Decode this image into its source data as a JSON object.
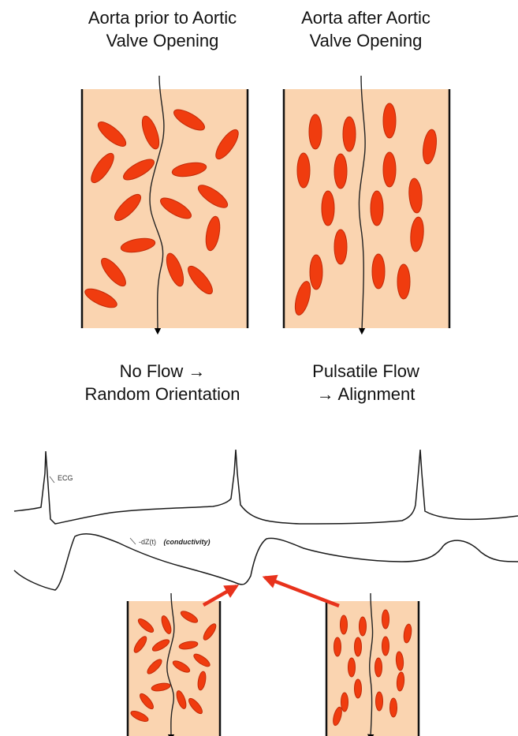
{
  "top": {
    "left_title": [
      "Aorta prior to Aortic",
      "Valve Opening"
    ],
    "right_title": [
      "Aorta after Aortic",
      "Valve Opening"
    ],
    "left_caption": [
      "No Flow →",
      "Random Orientation"
    ],
    "right_caption": [
      "Pulsatile Flow",
      "→ Alignment"
    ]
  },
  "traces": {
    "ecg_label": "ECG",
    "impedance_label": "-dZ(t)",
    "impedance_note": "(conductivity)"
  },
  "colors": {
    "vessel_fill": "#fad4b0",
    "red_cell": "#f03c0f",
    "arrow": "#e8321c"
  }
}
